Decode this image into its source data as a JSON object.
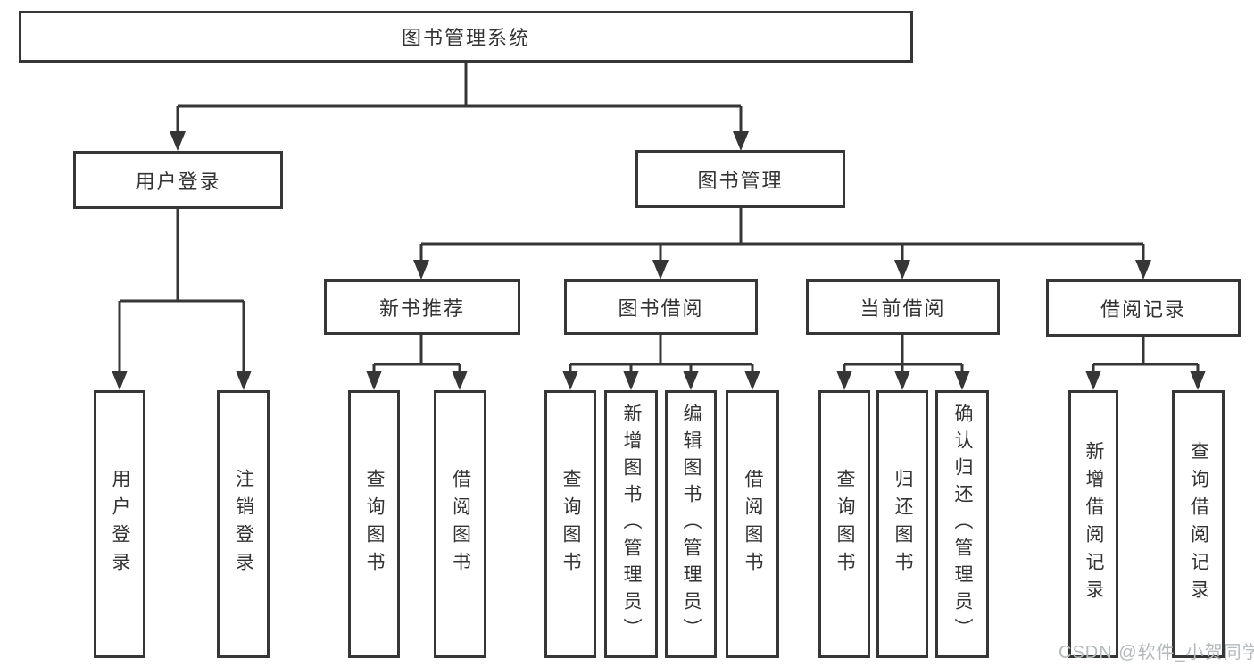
{
  "page": {
    "background": "#ffffff",
    "line_color": "#363636",
    "text_color": "#333333"
  },
  "diagram": {
    "root": {
      "label": "图书管理系统"
    },
    "level2": [
      {
        "label": "用户登录",
        "children": [
          "用户登录",
          "注销登录"
        ]
      },
      {
        "label": "图书管理"
      }
    ],
    "level3": [
      {
        "label": "新书推荐",
        "children": [
          "查询图书",
          "借阅图书"
        ]
      },
      {
        "label": "图书借阅",
        "children": [
          "查询图书",
          "新增图书（管理员）",
          "编辑图书（管理员）",
          "借阅图书"
        ]
      },
      {
        "label": "当前借阅",
        "children": [
          "查询图书",
          "归还图书",
          "确认归还（管理员）"
        ]
      },
      {
        "label": "借阅记录",
        "children": [
          "新增借阅记录",
          "查询借阅记录"
        ]
      }
    ]
  },
  "watermark": {
    "text": "CSDN @软件_小贺同学",
    "color": "#b4b9bc"
  }
}
